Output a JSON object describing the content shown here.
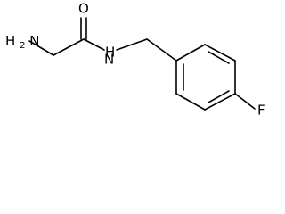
{
  "molecule": {
    "atoms": {
      "amine": {
        "main": "H",
        "subscript": "2",
        "tail": "N"
      },
      "oxygen": "O",
      "amide_n": "N",
      "amide_h": "H",
      "fluorine": "F"
    }
  }
}
